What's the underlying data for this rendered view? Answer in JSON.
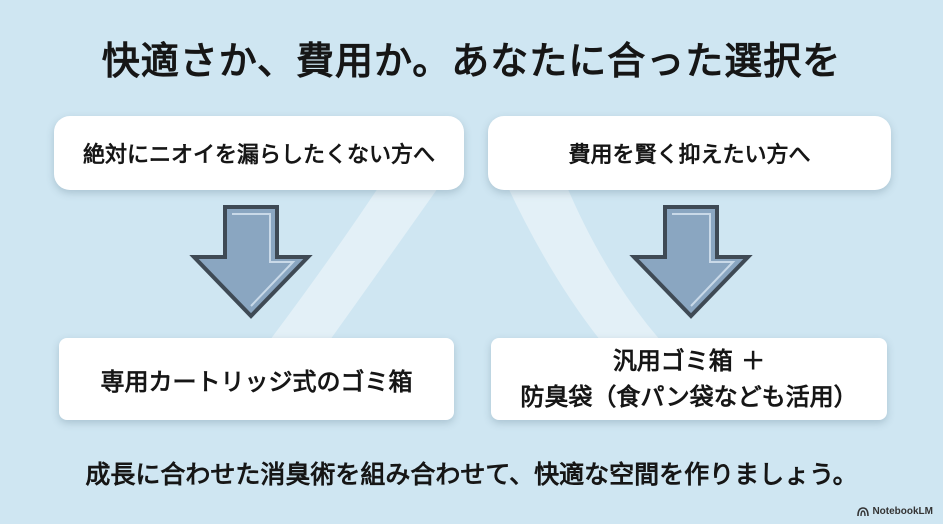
{
  "title": "快適さか、費用か。あなたに合った選択を",
  "left": {
    "top": "絶対にニオイを漏らしたくない方へ",
    "bottom": "専用カートリッジ式のゴミ箱"
  },
  "right": {
    "top": "費用を賢く抑えたい方へ",
    "bottom_line1": "汎用ゴミ箱 ＋",
    "bottom_line2": "防臭袋（食パン袋なども活用）"
  },
  "footer": "成長に合わせた消臭術を組み合わせて、快適な空間を作りましょう。",
  "logo": "NotebookLM",
  "colors": {
    "background": "#cfe6f2",
    "arrow_fill": "#8aa6c1",
    "arrow_outline": "#3f4a55",
    "ribbon": "#e3f0f7"
  }
}
